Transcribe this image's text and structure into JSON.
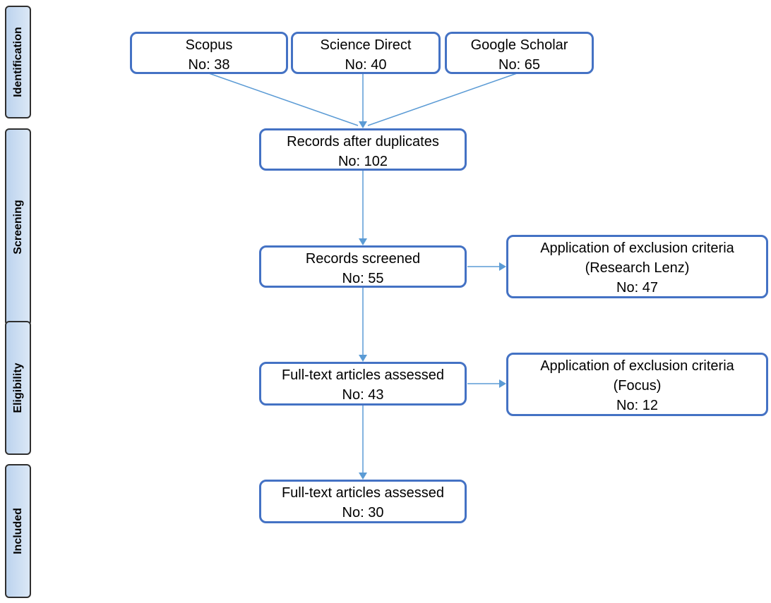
{
  "stages": {
    "identification": "Identification",
    "screening": "Screening",
    "eligibility": "Eligibility",
    "included": "Included"
  },
  "sources": {
    "scopus": {
      "name": "Scopus",
      "count": "No: 38"
    },
    "science_direct": {
      "name": "Science Direct",
      "count": "No: 40"
    },
    "google_scholar": {
      "name": "Google Scholar",
      "count": "No: 65"
    }
  },
  "records_after_duplicates": {
    "label": "Records after duplicates",
    "count": "No: 102"
  },
  "records_screened": {
    "label": "Records screened",
    "count": "No: 55"
  },
  "exclusion_research_lenz": {
    "line1": "Application of exclusion criteria",
    "line2": "(Research Lenz)",
    "count": "No: 47"
  },
  "fulltext_assessed": {
    "label": "Full-text articles assessed",
    "count": "No: 43"
  },
  "exclusion_focus": {
    "line1": "Application of exclusion criteria",
    "line2": "(Focus)",
    "count": "No: 12"
  },
  "included_articles": {
    "label": "Full-text articles assessed",
    "count": "No: 30"
  },
  "colors": {
    "box_border": "#4472c4",
    "arrow": "#5b9bd5",
    "stage_fill": "#bcd3ee"
  }
}
